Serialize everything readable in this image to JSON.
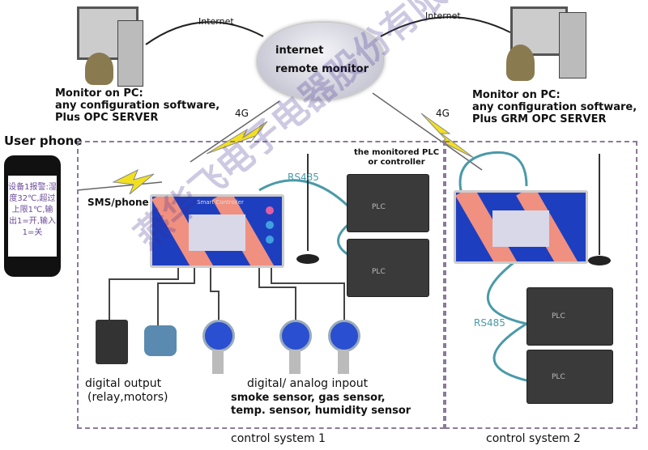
{
  "internet_left": "Internet",
  "internet_right": "Internet",
  "cloud": {
    "line1": "internet",
    "line2": "remote monitor"
  },
  "pc_left": {
    "line1": "Monitor on PC:",
    "line2": "any configuration software,",
    "line3": "Plus OPC SERVER"
  },
  "pc_right": {
    "line1": "Monitor on PC:",
    "line2": "any configuration software,",
    "line3": "Plus GRM OPC SERVER"
  },
  "link_left": "4G",
  "link_right": "4G",
  "user_phone": "User phone",
  "phone_message": "设备1报警:湿度32℃,超过上限1℃,输出1=开,输入1=关",
  "sms_phone": "SMS/phone",
  "rs485_1": "RS485",
  "rs485_2": "RS485",
  "monitored_plc": {
    "line1": "the monitored PLC",
    "line2": "or controller"
  },
  "plc_label": "PLC",
  "panel_title": "Smart Controller",
  "digital_output": {
    "line1": "digital output",
    "line2": "(relay,motors)"
  },
  "inputs": {
    "line1": "digital/ analog inpout",
    "line2": "smoke sensor, gas sensor,",
    "line3": "temp. sensor, humidity sensor"
  },
  "system1": "control system 1",
  "system2": "control system 2",
  "watermark": "燕华飞电子电器股份有限公司",
  "colors": {
    "panel": "#1d3fbf",
    "cable": "#4a9aa8",
    "lightning": "#f2e020",
    "border": "#8a7a9a"
  }
}
